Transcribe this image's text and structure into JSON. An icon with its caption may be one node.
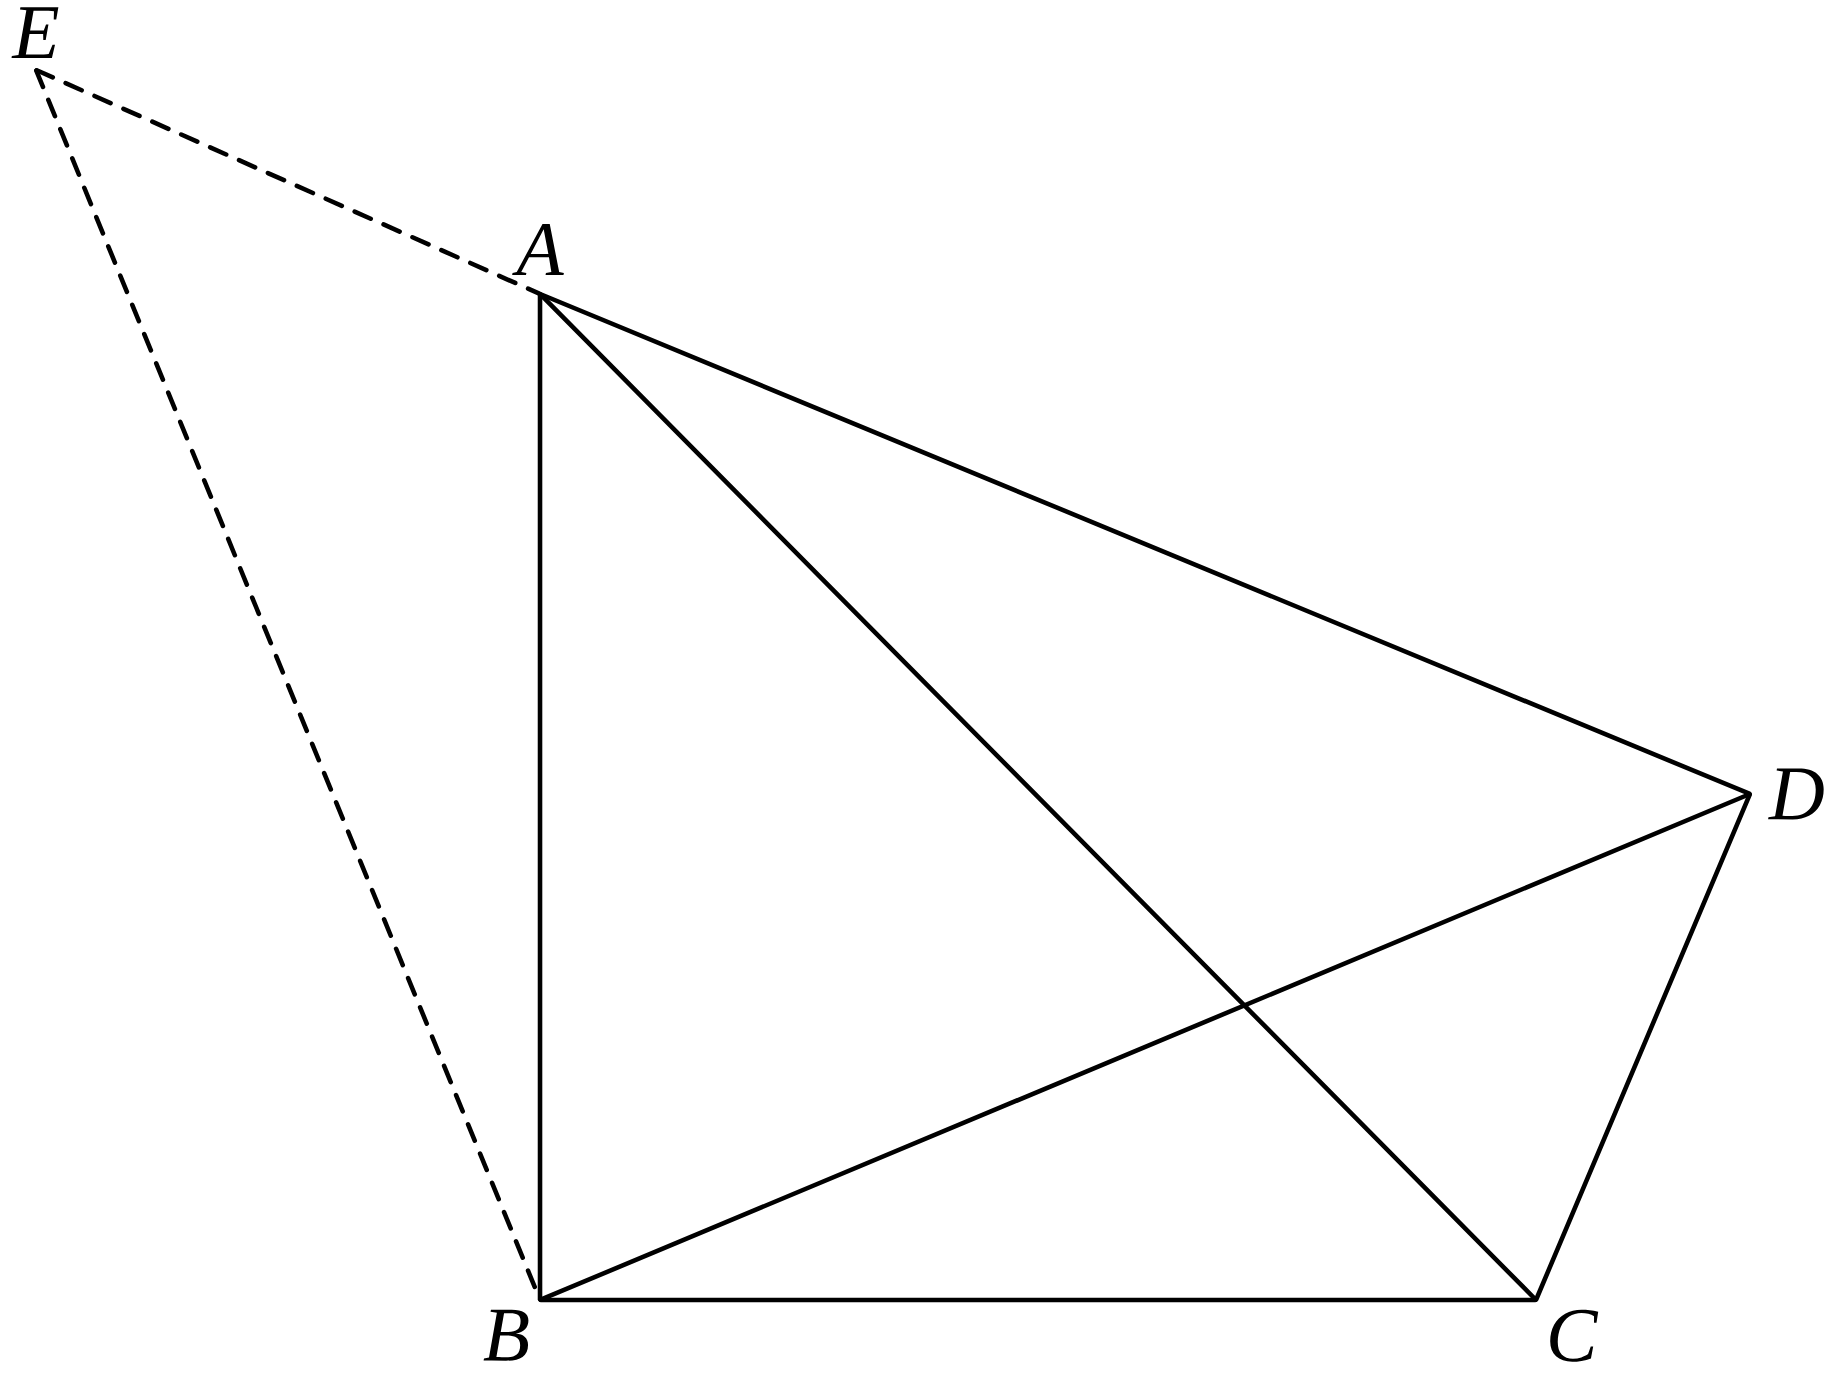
{
  "diagram": {
    "nodes": [
      {
        "text": [
          "A"
        ]
      },
      {
        "text": [
          "B"
        ]
      },
      {
        "text": [
          "C"
        ]
      },
      {
        "text": [
          "D"
        ]
      },
      {
        "text": [
          "E"
        ]
      }
    ],
    "edges": [
      {
        "from": 0,
        "to": 1,
        "arrow": "none"
      },
      {
        "from": 0,
        "to": 2,
        "arrow": "none"
      },
      {
        "from": 0,
        "to": 3,
        "arrow": "none"
      },
      {
        "from": 1,
        "to": 2,
        "arrow": "none"
      },
      {
        "from": 1,
        "to": 3,
        "arrow": "none"
      },
      {
        "from": 2,
        "to": 3,
        "arrow": "none"
      },
      {
        "from": 4,
        "to": 0,
        "arrow": "none",
        "style": "dashed"
      },
      {
        "from": 4,
        "to": 1,
        "arrow": "none",
        "style": "dashed"
      }
    ]
  }
}
